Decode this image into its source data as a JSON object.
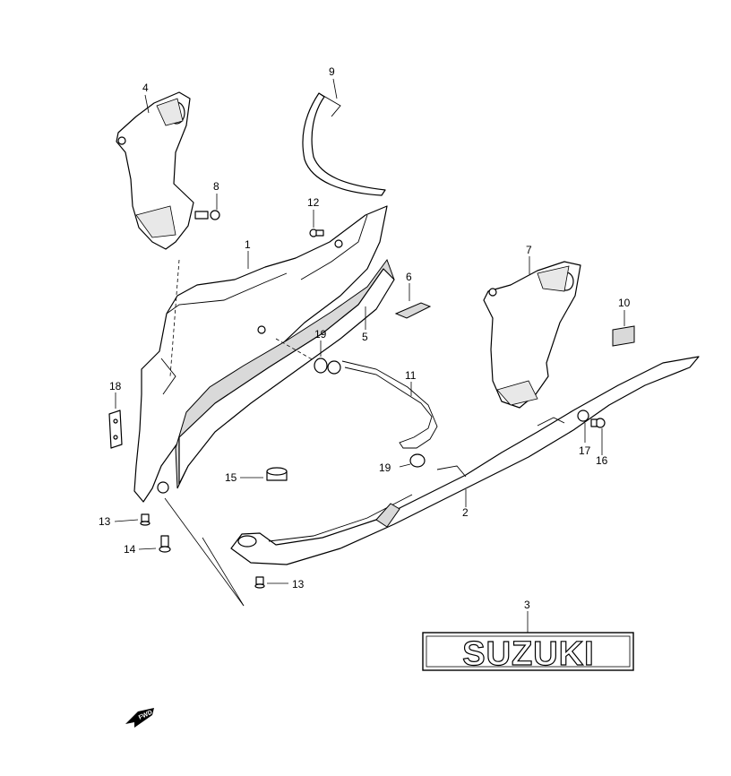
{
  "callouts": {
    "c1": "1",
    "c2": "2",
    "c3": "3",
    "c4": "4",
    "c5": "5",
    "c6": "6",
    "c7": "7",
    "c8": "8",
    "c9": "9",
    "c10": "10",
    "c11": "11",
    "c12": "12",
    "c13a": "13",
    "c13b": "13",
    "c14": "14",
    "c15": "15",
    "c16": "16",
    "c17": "17",
    "c18": "18",
    "c19a": "19",
    "c19b": "19"
  },
  "emblem": {
    "text": "SUZUKI"
  },
  "direction_arrow": {
    "text": "FWD"
  }
}
